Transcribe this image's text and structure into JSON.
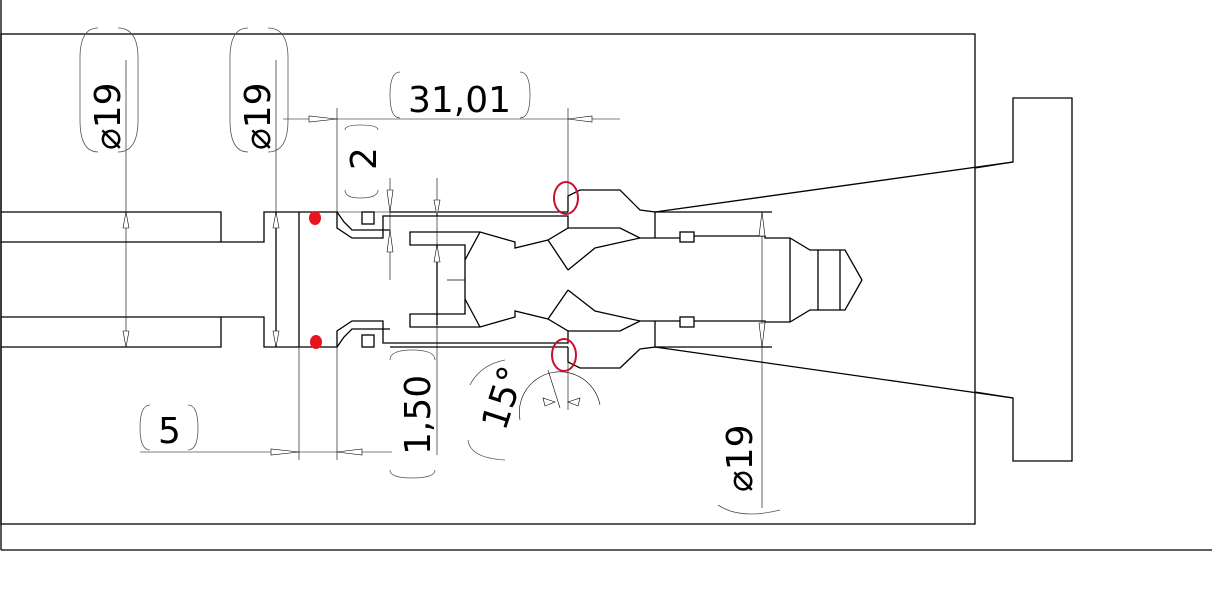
{
  "dimensions": {
    "dia_left": "19",
    "dia_mid": "19",
    "dia_right": "19",
    "len_main": "31,01",
    "len_gap": "2",
    "len_five": "5",
    "thick": "1,50",
    "angle": "15°"
  },
  "symbols": {
    "diameter": "⌀"
  },
  "colors": {
    "markup": "#c8102e",
    "dot": "#e8141e",
    "line": "#000000"
  }
}
